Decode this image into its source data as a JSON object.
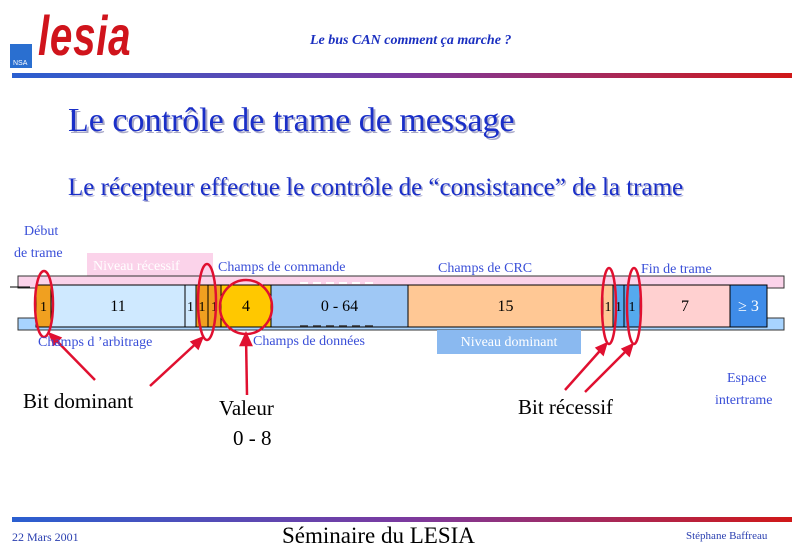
{
  "header": {
    "logo_text": "lesia",
    "logo_sub": "NSA",
    "title": "Le bus CAN comment ça marche ?"
  },
  "slide": {
    "title": "Le contrôle de trame de message",
    "subtitle": "Le récepteur effectue le contrôle de “consistance” de la trame"
  },
  "labels": {
    "debut": "Début",
    "de_trame": "de trame",
    "niveau_recessif": "Niveau récessif",
    "champs_commande": "Champs de commande",
    "champs_crc": "Champs de CRC",
    "fin_trame": "Fin de trame",
    "champs_arbitrage": "Champs d ’arbitrage",
    "champs_donnees": "Champs de données",
    "niveau_dominant": "Niveau dominant",
    "espace": "Espace",
    "intertrame": "intertrame",
    "bit_dominant": "Bit dominant",
    "valeur": "Valeur",
    "valeur_range": "0 - 8",
    "bit_recessif": "Bit récessif"
  },
  "frame_fields": [
    {
      "label": "1",
      "color": "#f0a020"
    },
    {
      "label": "11",
      "color": "#cfe9ff"
    },
    {
      "label": "1",
      "color": "#cfe9ff"
    },
    {
      "label": "1",
      "color": "#f0a020"
    },
    {
      "label": "1",
      "color": "#f0a020"
    },
    {
      "label": "4",
      "color": "#ffc800"
    },
    {
      "label": "0 - 64",
      "color": "#9fc8f5"
    },
    {
      "label": "15",
      "color": "#ffc895"
    },
    {
      "label": "1",
      "color": "#ffc895"
    },
    {
      "label": "1",
      "color": "#55aaee"
    },
    {
      "label": "1",
      "color": "#55aaee"
    },
    {
      "label": "7",
      "color": "#ffd0d0"
    },
    {
      "label": "≥ 3",
      "color": "#3f8ce8"
    }
  ],
  "colors": {
    "title_blue": "#1a2fc8",
    "label_blue": "#3a4fd8",
    "annotation_red": "#e01030",
    "band_recessive": "#fbd3ea",
    "band_dominant": "#a8d4ff"
  },
  "footer": {
    "date": "22 Mars 2001",
    "center": "Séminaire du LESIA",
    "author": "Stéphane Baffreau"
  }
}
